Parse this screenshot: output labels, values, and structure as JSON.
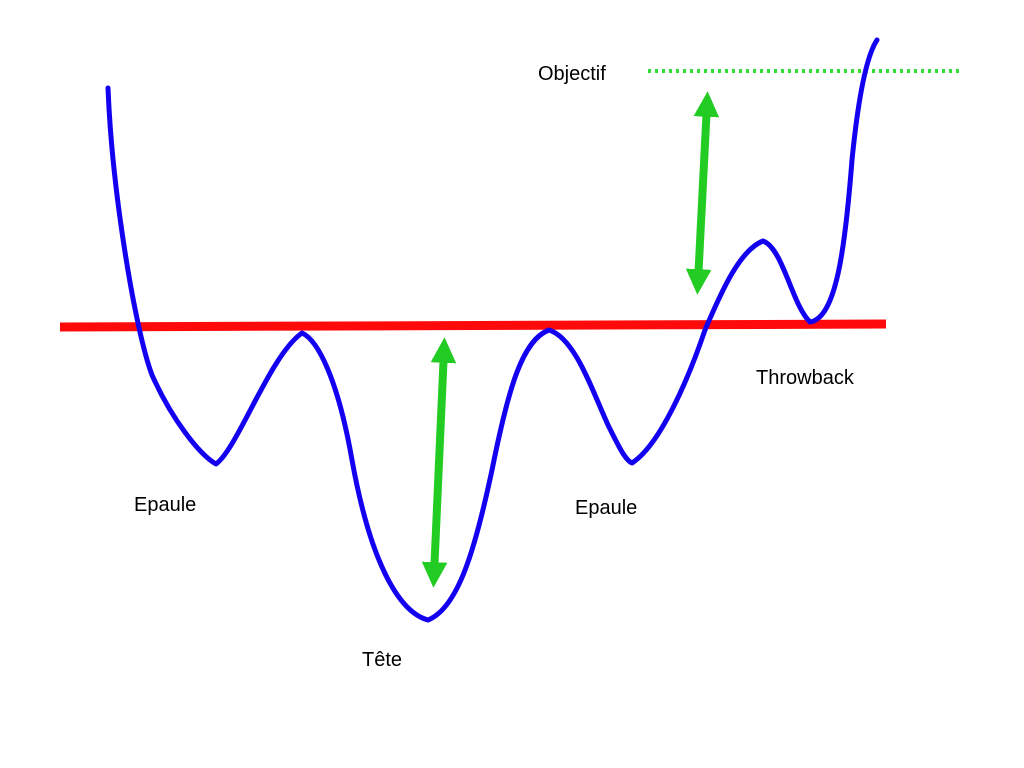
{
  "labels": {
    "left_shoulder": "Epaule",
    "head": "Tête",
    "right_shoulder": "Epaule",
    "throwback": "Throwback",
    "target": "Objectif"
  },
  "colors": {
    "price_line": "#1400f0",
    "neckline": "#ff0a0a",
    "arrow": "#22cc22",
    "target_line": "#33dd33",
    "text": "#000000"
  }
}
